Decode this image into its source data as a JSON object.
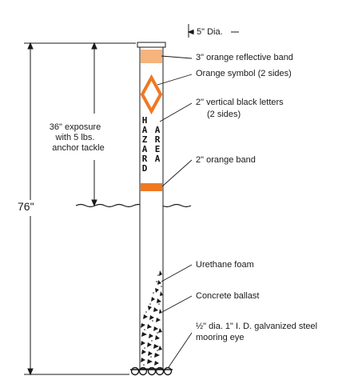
{
  "labels": {
    "diameter": "5\" Dia.",
    "reflective_band": "3\" orange reflective band",
    "orange_symbol": "Orange symbol (2 sides)",
    "vertical_letters_line1": "2\" vertical black letters",
    "vertical_letters_line2": "(2 sides)",
    "orange_band": "2\" orange band",
    "exposure_line1": "36\" exposure",
    "exposure_line2": "with 5 lbs.",
    "exposure_line3": "anchor tackle",
    "total_height": "76\"",
    "urethane_foam": "Urethane foam",
    "concrete_ballast": "Concrete ballast",
    "mooring_eye_line1": "½\" dia. 1\" I. D. galvanized steel",
    "mooring_eye_line2": "mooring eye"
  },
  "buoy_text": {
    "left_column": [
      "H",
      "A",
      "Z",
      "A",
      "R",
      "D"
    ],
    "right_column": [
      "A",
      "R",
      "E",
      "A"
    ]
  },
  "colors": {
    "orange": "#f07820",
    "reflective_band": "#f6b37c",
    "line": "#1a1a1a"
  }
}
